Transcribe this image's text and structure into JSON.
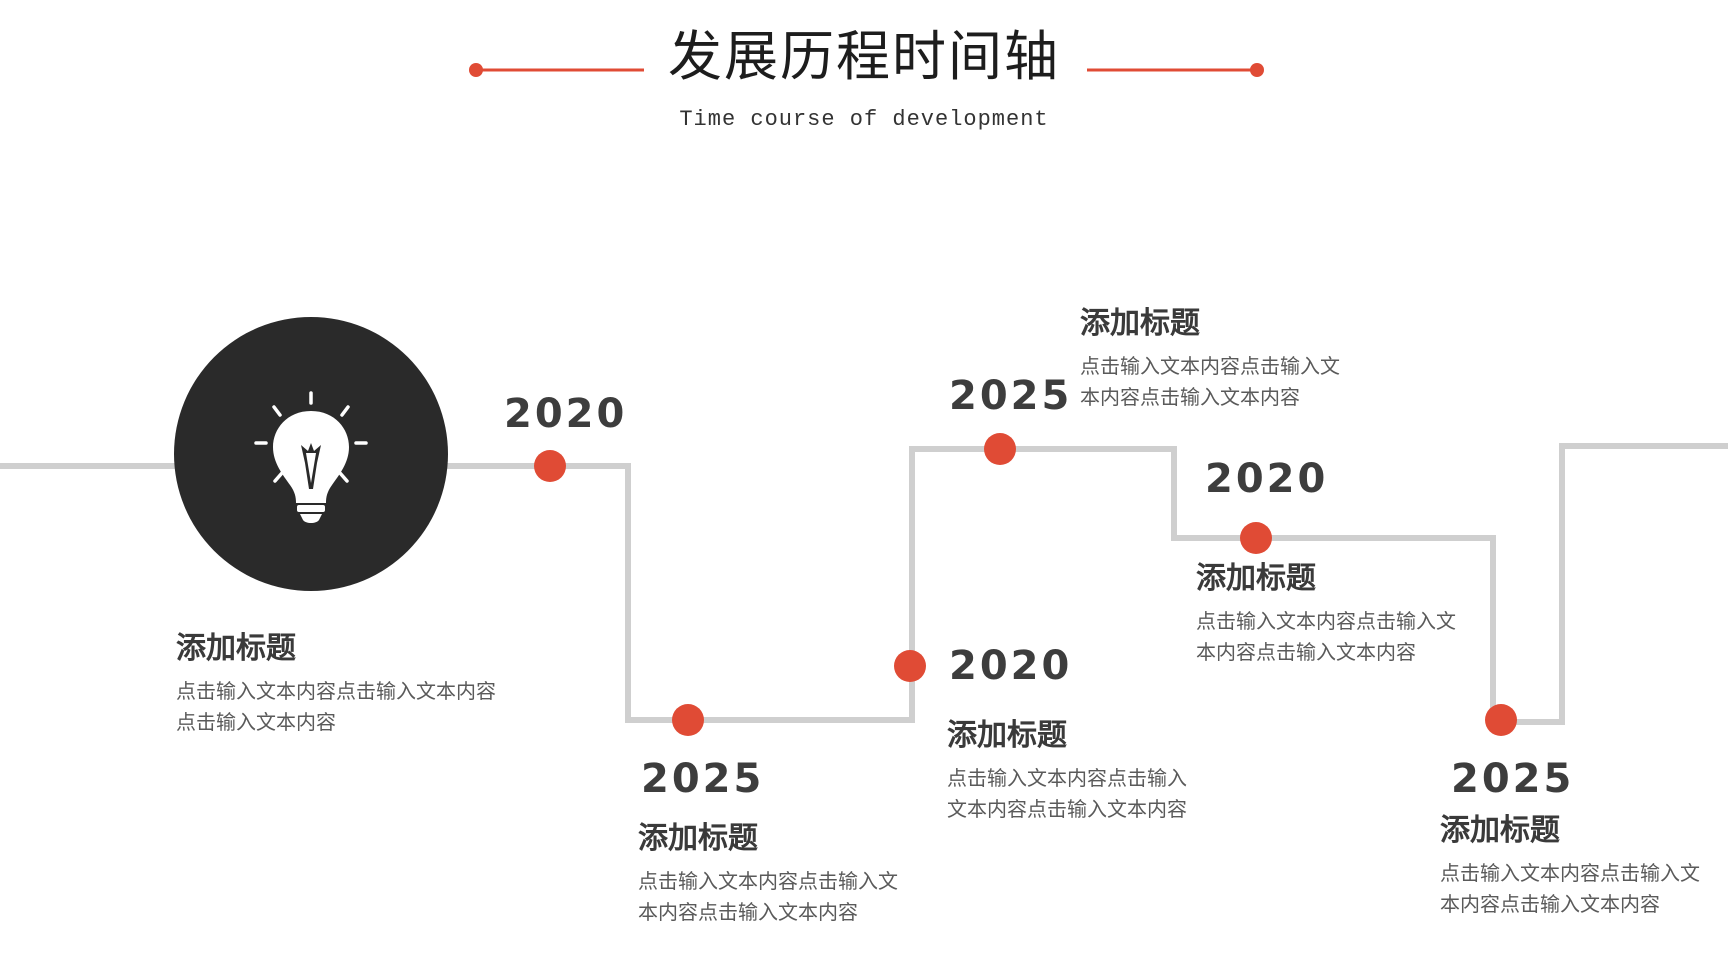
{
  "header": {
    "title": "发展历程时间轴",
    "subtitle": "Time course of development"
  },
  "colors": {
    "accent": "#e04b35",
    "line": "#cfcfcf",
    "circle": "#2a2a2a"
  },
  "icons": {
    "main": "lightbulb-icon"
  },
  "milestones": [
    {
      "year": "2020",
      "heading": "添加标题",
      "text": "点击输入文本内容点击输入文本内容点击输入文本内容"
    },
    {
      "year": "2025",
      "heading": "添加标题",
      "text": "点击输入文本内容点击输入文本内容点击输入文本内容"
    },
    {
      "year": "2020",
      "heading": "添加标题",
      "text": "点击输入文本内容点击输入文本内容点击输入文本内容"
    },
    {
      "year": "2025",
      "heading": "添加标题",
      "text": "点击输入文本内容点击输入文本内容点击输入文本内容"
    },
    {
      "year": "2020",
      "heading": "添加标题",
      "text": "点击输入文本内容点击输入文本内容点击输入文本内容"
    },
    {
      "year": "2025",
      "heading": "添加标题",
      "text": "点击输入文本内容点击输入文本内容点击输入文本内容"
    }
  ]
}
